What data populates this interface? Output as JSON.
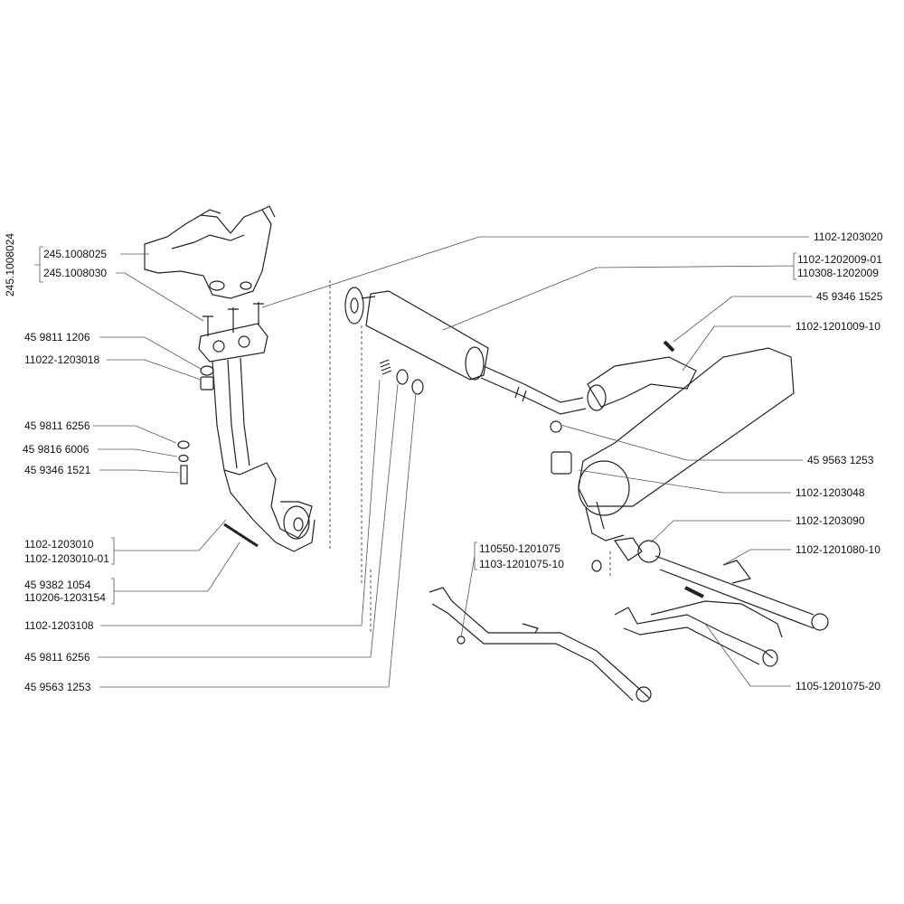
{
  "diagram": {
    "title": "Exhaust system parts diagram",
    "left_labels": {
      "manifold_assembly": "245.1008024",
      "manifold": "245.1008025",
      "manifold_gasket": "245.1008030",
      "nut_1": "45 9811 1206",
      "spacer": "11022-1203018",
      "washer_1": "45 9811 6256",
      "washer_2": "45 9816 6006",
      "bolt_1": "45 9346 1521",
      "front_pipe_a": "1102-1203010",
      "front_pipe_b": "1102-1203010-01",
      "bolt_2a": "45 9382 1054",
      "bolt_2b": "110206-1203154",
      "spring": "1102-1203108",
      "washer_3": "45 9811 6256",
      "nut_2": "45 9563 1253"
    },
    "right_labels": {
      "ring": "1102-1203020",
      "resonator_a": "1102-1202009-01",
      "resonator_b": "110308-1202009",
      "bolt_3": "45 9346 1525",
      "muffler": "1102-1201009-10",
      "nut_3": "45 9563 1253",
      "hanger": "1102-1203048",
      "gasket": "1102-1203090",
      "tail_pipe": "1102-1201080-10",
      "pipe_2": "1105-1201075-20"
    },
    "center_labels": {
      "pipe_a": "110550-1201075",
      "pipe_b": "1103-1201075-10"
    },
    "line_color": "#333333"
  }
}
